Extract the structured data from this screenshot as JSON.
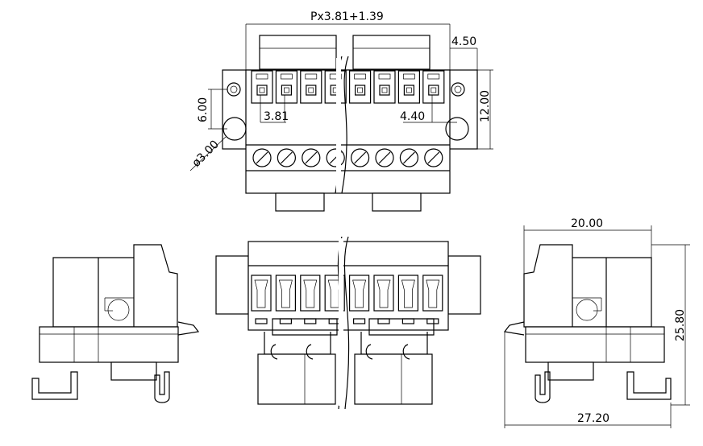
{
  "drawing": {
    "dimensions": {
      "pitch_width": "Px3.81+1.39",
      "offset_top": "4.50",
      "height_mount": "12.00",
      "hole_vertical": "6.00",
      "pitch": "3.81",
      "offset_side": "4.40",
      "hole_diameter": "ø3.00",
      "side_width": "20.00",
      "side_height": "25.80",
      "rail_width": "27.20"
    },
    "pin_count_top": 8,
    "pin_count_front": 8
  }
}
